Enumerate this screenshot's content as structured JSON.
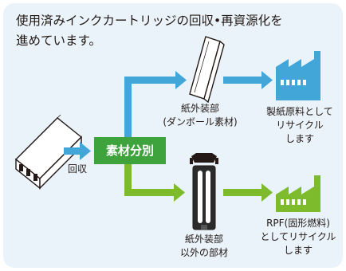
{
  "title": {
    "line1": "使用済みインクカートリッジの回収•再資源化を",
    "line2": "進めています。"
  },
  "step_collect": {
    "label": "回収"
  },
  "sort_box": {
    "label": "素材分別"
  },
  "paper_exterior": {
    "line1": "紙外装部",
    "line2": "(ダンボール素材)"
  },
  "paper_result": {
    "line1": "製紙原料として",
    "line2": "リサイクル",
    "line3": "します"
  },
  "other_parts": {
    "line1": "紙外装部",
    "line2": "以外の部材"
  },
  "rpf_result": {
    "line1": "RPF(固形燃料)",
    "line2": "としてリサイクル",
    "line3": "します"
  },
  "colors": {
    "panel_bg": "#e9f3f9",
    "blue_arrow": "#42a7d8",
    "green_arrow": "#7dbb2c",
    "sort_box": "#3ea23d",
    "factory_blue": "#42a7d8",
    "factory_green": "#7dbb2c"
  },
  "icons": [
    "cartridge-icon",
    "paper-exterior-icon",
    "cartridge-interior-icon",
    "factory-blue-icon",
    "factory-green-icon"
  ]
}
